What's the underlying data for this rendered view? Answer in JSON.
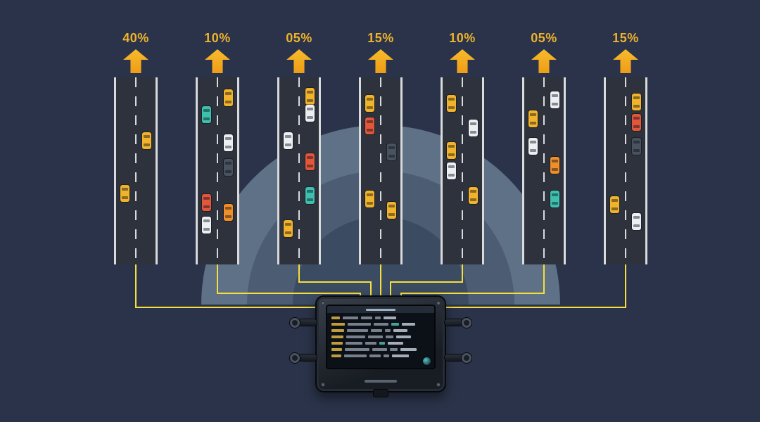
{
  "title": "lane-traffic-distribution-diagram",
  "palette": {
    "bg": "#2a3349",
    "road": "#2e323c",
    "road_edge": "#d8dadc",
    "arrow": "#f0a81f",
    "label": "#eeb32e",
    "wire": "#f6df3a",
    "radar_outer": "#5e7186",
    "radar_mid": "#4c5d73",
    "radar_inner": "#3b4b61",
    "screen_yellow": "#c9a43f",
    "screen_gray": "#7e8795",
    "screen_teal": "#4aa9a0",
    "screen_light": "#aeb6c2"
  },
  "car_colors": {
    "yellow": "#f0b32c",
    "red": "#e2573b",
    "orange": "#ef8f2a",
    "teal": "#3fbfae",
    "white": "#edf0f3",
    "navy": "#49525f"
  },
  "roads": [
    {
      "label": "40%",
      "value": 40,
      "cars": [
        {
          "c": "yellow",
          "lane": 1,
          "t": 0.34
        },
        {
          "c": "yellow",
          "lane": 0,
          "t": 0.62
        }
      ]
    },
    {
      "label": "10%",
      "value": 10,
      "cars": [
        {
          "c": "yellow",
          "lane": 1,
          "t": 0.11
        },
        {
          "c": "teal",
          "lane": 0,
          "t": 0.2
        },
        {
          "c": "white",
          "lane": 1,
          "t": 0.35
        },
        {
          "c": "navy",
          "lane": 1,
          "t": 0.48
        },
        {
          "c": "red",
          "lane": 0,
          "t": 0.67
        },
        {
          "c": "orange",
          "lane": 1,
          "t": 0.72
        },
        {
          "c": "white",
          "lane": 0,
          "t": 0.79
        }
      ]
    },
    {
      "label": "05%",
      "value": 5,
      "cars": [
        {
          "c": "yellow",
          "lane": 1,
          "t": 0.1
        },
        {
          "c": "white",
          "lane": 1,
          "t": 0.19
        },
        {
          "c": "white",
          "lane": 0,
          "t": 0.34
        },
        {
          "c": "red",
          "lane": 1,
          "t": 0.45
        },
        {
          "c": "teal",
          "lane": 1,
          "t": 0.63
        },
        {
          "c": "yellow",
          "lane": 0,
          "t": 0.81
        }
      ]
    },
    {
      "label": "15%",
      "value": 15,
      "cars": [
        {
          "c": "yellow",
          "lane": 0,
          "t": 0.14
        },
        {
          "c": "red",
          "lane": 0,
          "t": 0.26
        },
        {
          "c": "navy",
          "lane": 1,
          "t": 0.4
        },
        {
          "c": "yellow",
          "lane": 0,
          "t": 0.65
        },
        {
          "c": "yellow",
          "lane": 1,
          "t": 0.71
        }
      ]
    },
    {
      "label": "10%",
      "value": 10,
      "cars": [
        {
          "c": "yellow",
          "lane": 0,
          "t": 0.14
        },
        {
          "c": "white",
          "lane": 1,
          "t": 0.27
        },
        {
          "c": "yellow",
          "lane": 0,
          "t": 0.39
        },
        {
          "c": "white",
          "lane": 0,
          "t": 0.5
        },
        {
          "c": "yellow",
          "lane": 1,
          "t": 0.63
        }
      ]
    },
    {
      "label": "05%",
      "value": 5,
      "cars": [
        {
          "c": "white",
          "lane": 1,
          "t": 0.12
        },
        {
          "c": "yellow",
          "lane": 0,
          "t": 0.22
        },
        {
          "c": "white",
          "lane": 0,
          "t": 0.37
        },
        {
          "c": "orange",
          "lane": 1,
          "t": 0.47
        },
        {
          "c": "teal",
          "lane": 1,
          "t": 0.65
        }
      ]
    },
    {
      "label": "15%",
      "value": 15,
      "cars": [
        {
          "c": "yellow",
          "lane": 1,
          "t": 0.13
        },
        {
          "c": "red",
          "lane": 1,
          "t": 0.24
        },
        {
          "c": "navy",
          "lane": 1,
          "t": 0.37
        },
        {
          "c": "yellow",
          "lane": 0,
          "t": 0.68
        },
        {
          "c": "white",
          "lane": 1,
          "t": 0.77
        }
      ]
    }
  ],
  "device": {
    "screen_row_count": 7
  }
}
